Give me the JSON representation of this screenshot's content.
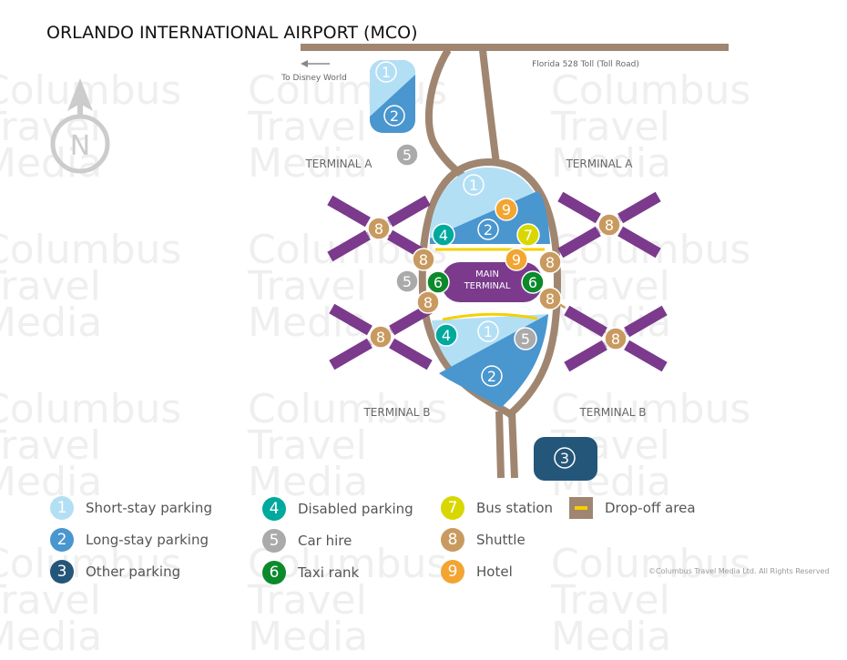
{
  "title": "ORLANDO INTERNATIONAL AIRPORT (MCO)",
  "watermark": "Columbus\nTravel\nMedia",
  "compass": "N",
  "roads": {
    "disney": "To Disney World",
    "toll": "Florida 528 Toll (Toll Road)"
  },
  "terminals": {
    "a_left": "TERMINAL A",
    "a_right": "TERMINAL A",
    "b_left": "TERMINAL B",
    "b_right": "TERMINAL B",
    "main": "MAIN\nTERMINAL"
  },
  "markers": [
    "1",
    "2",
    "5",
    "1",
    "9",
    "2",
    "4",
    "7",
    "8",
    "9",
    "8",
    "5",
    "6",
    "6",
    "8",
    "8",
    "4",
    "1",
    "5",
    "2",
    "3",
    "8",
    "8",
    "8",
    "8"
  ],
  "legend": [
    {
      "n": "1",
      "label": "Short-stay parking",
      "color": "#b3dff5"
    },
    {
      "n": "2",
      "label": "Long-stay parking",
      "color": "#4a96cf"
    },
    {
      "n": "3",
      "label": "Other parking",
      "color": "#245679"
    },
    {
      "n": "4",
      "label": "Disabled parking",
      "color": "#00a99d"
    },
    {
      "n": "5",
      "label": "Car hire",
      "color": "#aaaaaa"
    },
    {
      "n": "6",
      "label": "Taxi rank",
      "color": "#0b8a2c"
    },
    {
      "n": "7",
      "label": "Bus station",
      "color": "#d8d800"
    },
    {
      "n": "8",
      "label": "Shuttle",
      "color": "#c99a60"
    },
    {
      "n": "9",
      "label": "Hotel",
      "color": "#f2a531"
    },
    {
      "n": "",
      "label": "Drop-off area",
      "color": "#a08670"
    }
  ],
  "copyright": "©Columbus Travel Media Ltd. All Rights Reserved",
  "colors": {
    "road": "#a08670",
    "terminal": "#7b3a8c",
    "dropoff": "#f5d000"
  }
}
